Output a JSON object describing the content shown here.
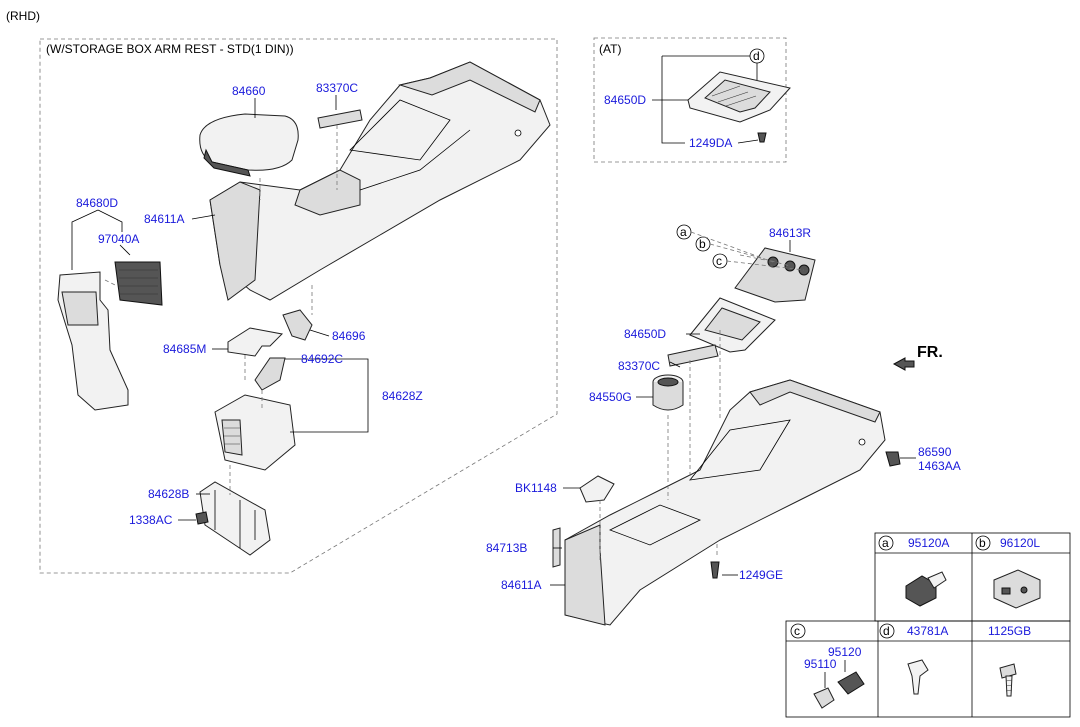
{
  "header": {
    "region": "(RHD)"
  },
  "storage_box_group": {
    "title": "(W/STORAGE BOX ARM REST - STD(1 DIN))",
    "parts": {
      "p84660": "84660",
      "p83370C": "83370C",
      "p84680D": "84680D",
      "p97040A": "97040A",
      "p84611A": "84611A",
      "p84696": "84696",
      "p84685M": "84685M",
      "p84692C": "84692C",
      "p84628Z": "84628Z",
      "p84628B": "84628B",
      "p1338AC": "1338AC"
    }
  },
  "at_group": {
    "title": "(AT)",
    "parts": {
      "p84650D": "84650D",
      "p1249DA": "1249DA"
    },
    "callout": "d"
  },
  "main_assembly": {
    "parts": {
      "p84613R": "84613R",
      "p84650D": "84650D",
      "p83370C": "83370C",
      "p84550G": "84550G",
      "pBK1148": "BK1148",
      "p84713B": "84713B",
      "p84611A": "84611A",
      "p1249GE": "1249GE",
      "p86590": "86590",
      "p1463AA": "1463AA"
    },
    "callouts": [
      "a",
      "b",
      "c"
    ],
    "direction_label": "FR."
  },
  "legend_table": {
    "cells": [
      {
        "letter": "a",
        "part": "95120A",
        "icon": "power-outlet-icon"
      },
      {
        "letter": "b",
        "part": "96120L",
        "icon": "aux-jack-icon"
      },
      {
        "letter": "c",
        "parts": [
          "95120",
          "95110"
        ],
        "icon": "cigar-lighter-icon"
      },
      {
        "letter": "d",
        "part": "43781A",
        "icon": "clip-icon"
      },
      {
        "letter": "",
        "part": "1125GB",
        "icon": "screw-icon"
      }
    ]
  }
}
